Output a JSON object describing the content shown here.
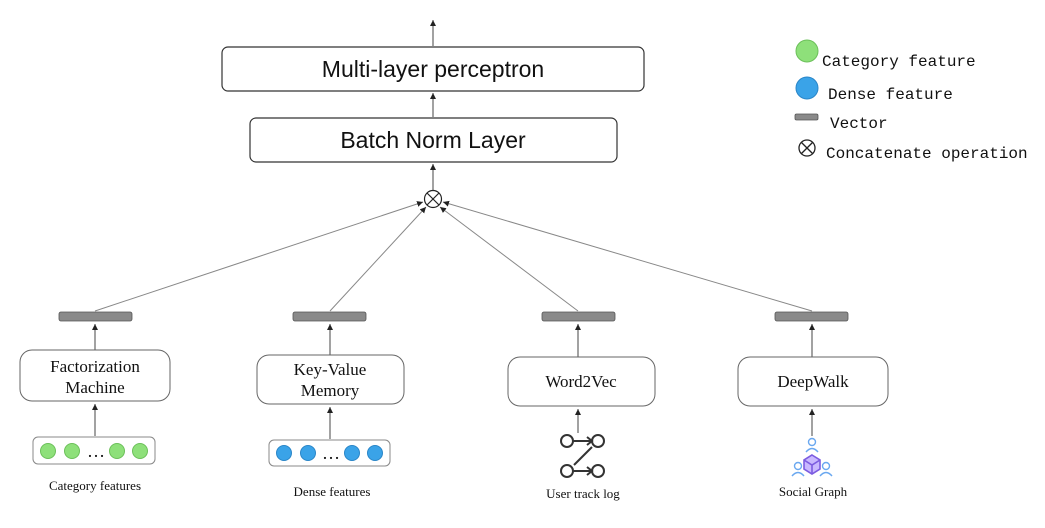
{
  "top_boxes": {
    "mlp": "Multi-layer perceptron",
    "batch_norm": "Batch Norm Layer"
  },
  "legend": {
    "category": "Category feature",
    "dense": "Dense feature",
    "vector": "Vector",
    "concat": "Concatenate operation"
  },
  "branches": {
    "fm": {
      "line1": "Factorization",
      "line2": "Machine",
      "input_label": "Category features"
    },
    "kv": {
      "line1": "Key-Value",
      "line2": "Memory",
      "input_label": "Dense features"
    },
    "w2v": {
      "label": "Word2Vec",
      "input_label": "User track log"
    },
    "dw": {
      "label": "DeepWalk",
      "input_label": "Social Graph"
    }
  },
  "ellipsis": "…",
  "colors": {
    "category_green": "#8ee07a",
    "dense_blue": "#3aa3e8",
    "vector_gray": "#8a8a8a",
    "line": "#808080"
  }
}
